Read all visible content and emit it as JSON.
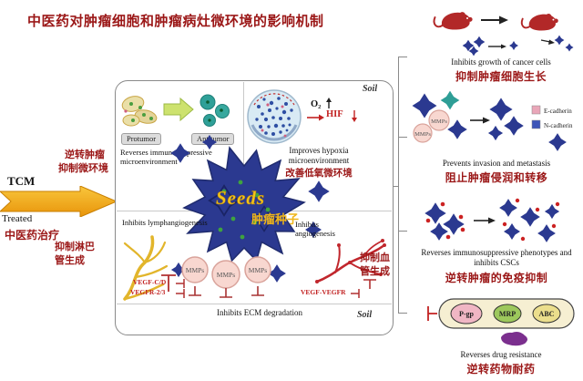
{
  "title": "中医药对肿瘤细胞和肿瘤病灶微环境的影响机制",
  "left": {
    "tcm": "TCM",
    "treated": "Treated",
    "tcm_cn": "中医药治疗",
    "reverse_line1": "逆转肿瘤",
    "reverse_line2": "抑制微环境",
    "lymph_cn_line1": "抑制淋巴",
    "lymph_cn_line2": "管生成"
  },
  "panel": {
    "protumor_label": "Protumor",
    "antitumor_label": "Antitumor",
    "reverses_immuno": "Reverses immunosuppressive microenvironment",
    "soil_top": "Soil",
    "o2_label": "O₂",
    "hif_label": "HIF",
    "improves_hypoxia_en": "Improves hypoxia microenvironment",
    "improves_hypoxia_cn": "改善低氧微环境",
    "seeds_label": "Seeds",
    "seeds_cn": "肿瘤种子",
    "inhibits_lymphangiogenesis": "Inhibits lymphangiogenesis",
    "vegf_cd": "VEGF-C/D",
    "vegfr_23": "VEGFR-2/3",
    "mmps_label": "MMPs",
    "inhibits_ecm": "Inhibits ECM degradation",
    "inhibits_angiogenesis": "Inhibits angiogenesis",
    "angio_cn_line1": "抑制血",
    "angio_cn_line2": "管生成",
    "vegf_vegfr": "VEGF-VEGFR",
    "soil_bottom": "Soil"
  },
  "right": {
    "item1": {
      "caption_en": "Inhibits growth of cancer cells",
      "caption_cn": "抑制肿瘤细胞生长"
    },
    "item2": {
      "mmps_label": "MMPs",
      "legend_e": "E-cadherin",
      "legend_n": "N-cadherin",
      "caption_en": "Prevents invasion and metastasis",
      "caption_cn": "阻止肿瘤侵润和转移"
    },
    "item3": {
      "caption_en": "Reverses immunosuppressive phenotypes and inhibits CSCs",
      "caption_cn": "逆转肿瘤的免疫抑制"
    },
    "item4": {
      "pgp": "P-gp",
      "mrp": "MRP",
      "abc": "ABC",
      "caption_en": "Reverses drug resistance",
      "caption_cn": "逆转药物耐药"
    }
  },
  "colors": {
    "dark_red_text": "#9b1717",
    "arrow_gold": "#F2A900",
    "tumor_navy": "#2B3990",
    "mmps_pink": "#F8D7D0",
    "lymph_yellow": "#E2B52B",
    "vessel_red": "#C1272D"
  }
}
